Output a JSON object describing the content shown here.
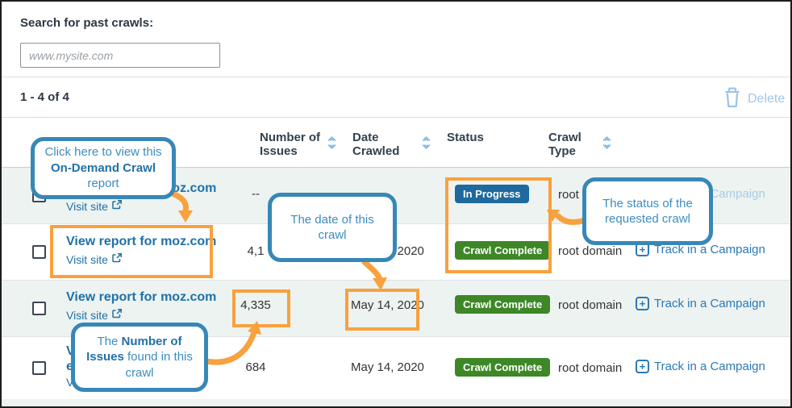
{
  "search": {
    "label": "Search for past crawls:",
    "placeholder": "www.mysite.com"
  },
  "pager": {
    "count_label": "1 - 4 of 4"
  },
  "toolbar": {
    "delete_label": "Delete"
  },
  "table": {
    "headers": [
      {
        "label": "Number of Issues",
        "sortable": true
      },
      {
        "label": "Date Crawled",
        "sortable": true
      },
      {
        "label": "Status",
        "sortable": false
      },
      {
        "label": "Crawl Type",
        "sortable": true
      }
    ],
    "rows": [
      {
        "report_link": "View report for moz.com",
        "visit_link": "Visit site",
        "issues": "--",
        "date": "",
        "status": "In Progress",
        "crawl_type": "root domain",
        "campaign_link": "Track in a Campaign",
        "campaign_enabled": false
      },
      {
        "report_link": "View report for moz.com",
        "visit_link": "Visit site",
        "issues": "4,1",
        "date": "May 14, 2020",
        "status": "Crawl Complete",
        "crawl_type": "root domain",
        "campaign_link": "Track in a Campaign",
        "campaign_enabled": true
      },
      {
        "report_link": "View report for moz.com",
        "visit_link": "Visit site",
        "issues": "4,335",
        "date": "May 14, 2020",
        "status": "Crawl Complete",
        "crawl_type": "root domain",
        "campaign_link": "Track in a Campaign",
        "campaign_enabled": true
      },
      {
        "report_link": "View report for example.com",
        "visit_link": "Visit site",
        "issues": "684",
        "date": "May 14, 2020",
        "status": "Crawl Complete",
        "crawl_type": "root domain",
        "campaign_link": "Track in a Campaign",
        "campaign_enabled": true
      }
    ]
  },
  "callouts": {
    "view_report": {
      "text_before": "Click here to view this ",
      "text_bold": "On-Demand Crawl",
      "text_after": " report"
    },
    "date": {
      "text": "The date of this crawl"
    },
    "status": {
      "text": "The status of the requested crawl"
    },
    "issues": {
      "text_before": "The ",
      "text_bold": "Number of Issues",
      "text_after": " found in this crawl"
    }
  },
  "colors": {
    "accent_orange": "#F8A13D",
    "callout_blue": "#3787B7",
    "link_blue": "#1E71A8",
    "badge_blue": "#1E699E",
    "badge_green": "#3D8727",
    "row_tint": "#EDF3F1",
    "disabled_link": "#A9CBE5"
  }
}
